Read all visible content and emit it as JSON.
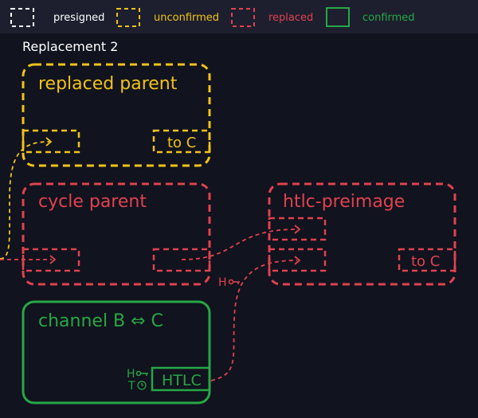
{
  "legend": [
    {
      "label": "presigned",
      "color": "#ffffff"
    },
    {
      "label": "unconfirmed",
      "color": "#f2c317"
    },
    {
      "label": "replaced",
      "color": "#e0424f"
    },
    {
      "label": "confirmed",
      "color": "#27a745"
    }
  ],
  "title": "Replacement 2",
  "nodes": {
    "replaced_parent": {
      "title": "replaced parent",
      "output": "to C"
    },
    "cycle_parent": {
      "title": "cycle parent"
    },
    "htlc_preimage": {
      "title": "htlc-preimage",
      "output": "to C"
    },
    "channel": {
      "title": "channel B ⇔ C",
      "output": "HTLC",
      "hash_label": "H",
      "time_label": "T"
    }
  },
  "edge_label": "H"
}
